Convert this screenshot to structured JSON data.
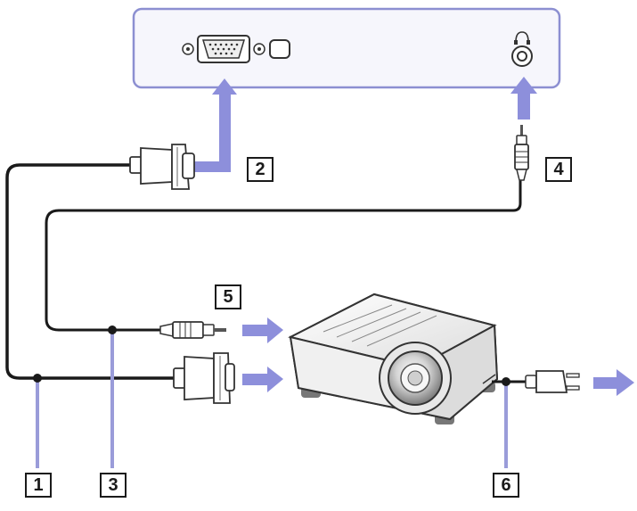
{
  "callouts": [
    {
      "id": "1",
      "text": "1"
    },
    {
      "id": "2",
      "text": "2"
    },
    {
      "id": "3",
      "text": "3"
    },
    {
      "id": "4",
      "text": "4"
    },
    {
      "id": "5",
      "text": "5"
    },
    {
      "id": "6",
      "text": "6"
    }
  ],
  "colors": {
    "panel_border": "#8c8fd1",
    "panel_fill": "#f6f6fc",
    "arrow": "#8d8fdb",
    "leader": "#9a9cd9",
    "cable": "#1a1a1a",
    "device_body": "#ececec"
  },
  "icons": [
    "headphone-icon"
  ]
}
